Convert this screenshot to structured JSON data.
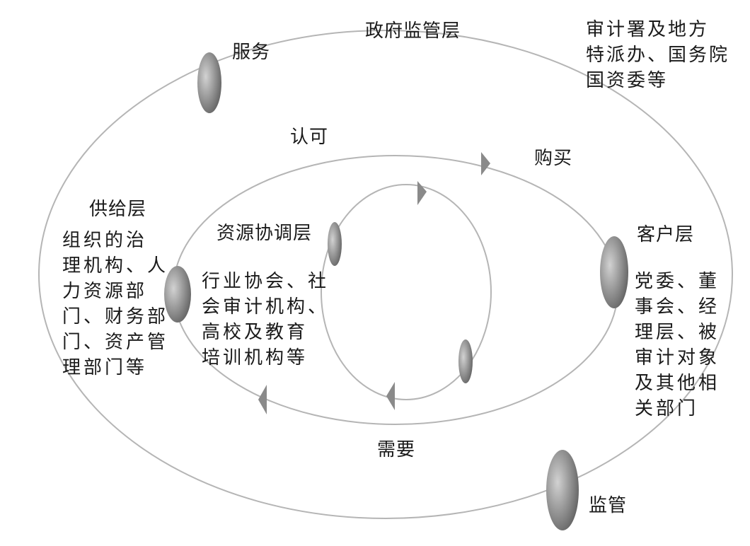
{
  "diagram": {
    "layers": {
      "government": {
        "title": "政府监管层",
        "members": [
          "审计署及地方",
          "特派办、国务院",
          "国资委等"
        ]
      },
      "supply": {
        "title": "供给层",
        "members": [
          "组织的治",
          "理机构、人",
          "力资源部",
          "门、财务部",
          "门、资产管",
          "理部门等"
        ]
      },
      "resource": {
        "title": "资源协调层",
        "members": [
          "行业协会、社",
          "会审计机构、",
          "高校及教育",
          "培训机构等"
        ]
      },
      "client": {
        "title": "客户层",
        "members": [
          "党委、董",
          "事会、经",
          "理层、被",
          "审计对象",
          "及其他相",
          "关部门"
        ]
      }
    },
    "relations": {
      "service": "服务",
      "supervision": "监管",
      "approval": "认可",
      "purchase": "购买",
      "need": "需要"
    },
    "colors": {
      "line": "#b5b5b5",
      "node_dark": "#5a5a5a",
      "node_light": "#d2d2d2",
      "text": "#1a1a1a"
    }
  }
}
